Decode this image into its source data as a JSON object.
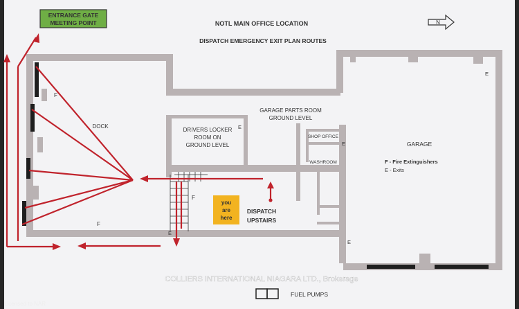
{
  "title": "NOTL MAIN OFFICE LOCATION",
  "subtitle": "DISPATCH EMERGENCY EXIT PLAN ROUTES",
  "entrance_gate": [
    "ENTRANCE GATE",
    "MEETING POINT"
  ],
  "north_label": "N",
  "rooms": {
    "dock": "DOCK",
    "drivers_locker": [
      "DRIVERS LOCKER",
      "ROOM ON",
      "GROUND LEVEL"
    ],
    "garage_parts": [
      "GARAGE PARTS ROOM",
      "GROUND LEVEL"
    ],
    "shop_office": "SHOP OFFICE",
    "washroom": "WASHROOM",
    "garage": "GARAGE",
    "dispatch": [
      "DISPATCH",
      "UPSTAIRS"
    ]
  },
  "you_are_here": [
    "you",
    "are",
    "here"
  ],
  "legend": {
    "fire": "F - Fire Extinguishers",
    "exits": "E - Exits"
  },
  "markers": {
    "fire": "F",
    "exit": "E"
  },
  "fuel_pumps": "FUEL PUMPS",
  "watermark": "COLLIERS INTERNATIONAL NIAGARA LTD., Brokerage",
  "license": "Licensed to NAR",
  "colors": {
    "gate_box": "#6fae45",
    "arrow": "#c0232c",
    "you_are_here": "#f2b320",
    "wall": "#b9b2b3",
    "paper": "#f3f3f5"
  }
}
